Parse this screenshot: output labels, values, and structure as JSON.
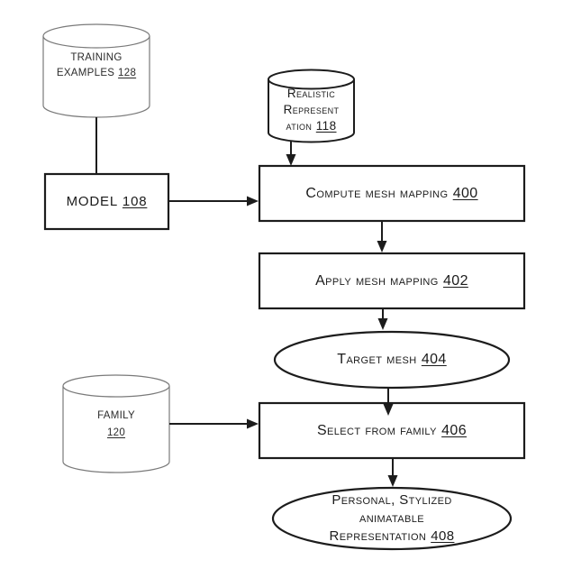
{
  "colors": {
    "background": "#ffffff",
    "line": "#1c1c1c",
    "thin_cylinder_line": "#7a7a7a",
    "text": "#1b1b1b"
  },
  "nodes": {
    "training_examples": {
      "shape": "cylinder",
      "line1": "TRAINING",
      "line2": "EXAMPLES",
      "ref": "128"
    },
    "model": {
      "shape": "process-box",
      "label": "MODEL",
      "ref": "108"
    },
    "realistic_representation": {
      "shape": "cylinder",
      "line1": "Realistic",
      "line2": "Represent",
      "line3": "ation",
      "ref": "118"
    },
    "compute_mesh_mapping": {
      "shape": "process-box",
      "label": "Compute mesh mapping",
      "ref": "400"
    },
    "apply_mesh_mapping": {
      "shape": "process-box",
      "label": "Apply mesh mapping",
      "ref": "402"
    },
    "target_mesh": {
      "shape": "ellipse",
      "label": "Target mesh",
      "ref": "404"
    },
    "family": {
      "shape": "cylinder",
      "line1": "FAMILY",
      "ref": "120"
    },
    "select_from_family": {
      "shape": "process-box",
      "label": "Select from family",
      "ref": "406"
    },
    "personal_stylized": {
      "shape": "ellipse",
      "line1": "Personal, Stylized",
      "line2": "animatable",
      "line3": "Representation",
      "ref": "408"
    }
  },
  "edges": [
    {
      "from": "training_examples",
      "to": "model",
      "arrowhead": false
    },
    {
      "from": "model",
      "to": "compute_mesh_mapping",
      "arrowhead": true
    },
    {
      "from": "realistic_representation",
      "to": "compute_mesh_mapping",
      "arrowhead": true
    },
    {
      "from": "compute_mesh_mapping",
      "to": "apply_mesh_mapping",
      "arrowhead": true
    },
    {
      "from": "apply_mesh_mapping",
      "to": "target_mesh",
      "arrowhead": true
    },
    {
      "from": "target_mesh",
      "to": "select_from_family",
      "arrowhead": true
    },
    {
      "from": "family",
      "to": "select_from_family",
      "arrowhead": true
    },
    {
      "from": "select_from_family",
      "to": "personal_stylized",
      "arrowhead": true
    }
  ]
}
